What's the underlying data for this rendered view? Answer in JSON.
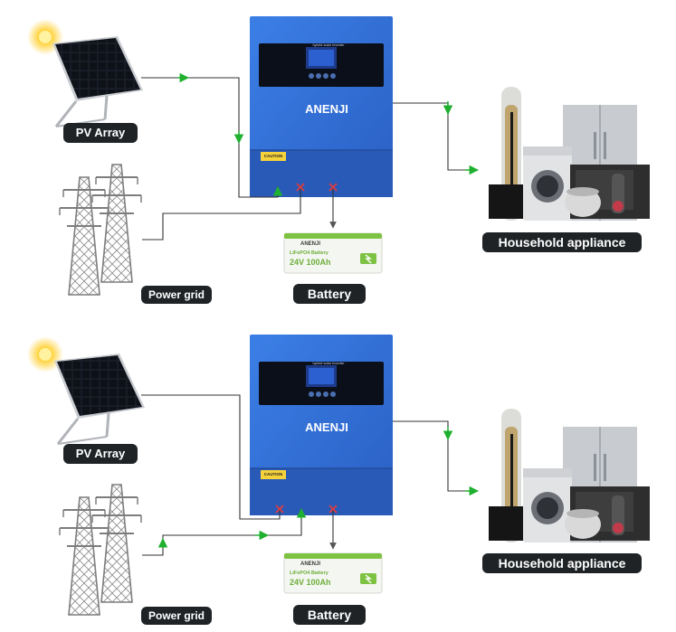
{
  "labels": {
    "pv_array": "PV Array",
    "power_grid": "Power grid",
    "battery": "Battery",
    "household_appliance": "Household appliance"
  },
  "inverter": {
    "brand": "ANENJI",
    "screen_title": "hybrid solar inverter",
    "caution": "CAUTION"
  },
  "battery": {
    "brand": "ANENJI",
    "chemistry": "LiFePO4 Battery",
    "spec": "24V 100Ah"
  },
  "colors": {
    "inverter_blue": "#2f6fd6",
    "wire": "#333333",
    "arrow_green": "#1fb02f",
    "block_red": "#e23b3b",
    "battery_green": "#7dc242",
    "label_bg": "#1f2326"
  }
}
